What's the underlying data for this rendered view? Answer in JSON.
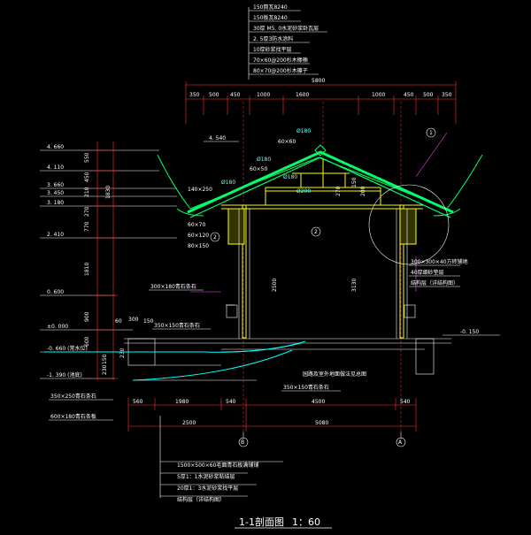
{
  "title": {
    "name": "1-1剖面图",
    "scale": "1：60"
  },
  "roof_layers": [
    "150筒瓦8240",
    "150板瓦8240",
    "30厚 M5. 0水泥砂浆卧瓦层",
    "2. 5厚3防水涂料",
    "10厚砂浆找平层",
    "70×60@200杉木椽桷",
    "80×70@200杉木檩子"
  ],
  "floor_layers": [
    "1500×500×60毛面青石板满铺铺",
    "5厚1：1水泥砂浆粘结层",
    "20厚1：3水泥砂浆找平层",
    "结构层（详结构图）"
  ],
  "wall_notes": [
    "300×300×40方砖铺地",
    "40厚细砂垫层",
    "结构层（详结构图）"
  ],
  "callouts": {
    "stone_top": "300×180青石条石",
    "stone_mid": "350×150青石条石",
    "stone_low": "350×250青石条石",
    "stone_slab": "600×180青石条板",
    "stone_center": "350×150青石条石",
    "pool_note": "园路及室外地面做法见总图"
  },
  "elevations": {
    "e1": "4. 660",
    "e2": "4. 110",
    "e3": "3. 660",
    "e4": "3. 450",
    "e5": "3. 180",
    "e6": "2. 410",
    "e7": "0. 600",
    "e8": "±0. 000",
    "e9": "-0. 660 (常水位)",
    "e10": "-1. 390 (池底)",
    "e11": "-0. 150",
    "e12": "4. 540"
  },
  "left_dims": [
    "550",
    "450",
    "210",
    "270",
    "770",
    "1810",
    "900",
    "600",
    "150",
    "230"
  ],
  "left_dims2": [
    "1830",
    "230"
  ],
  "top_dims": {
    "overall": "5800",
    "parts": [
      "350",
      "500",
      "450",
      "1000",
      "1600",
      "1000",
      "450",
      "500",
      "350"
    ]
  },
  "bottom_dims": {
    "row1": [
      "560",
      "1980",
      "540",
      "4500",
      "540"
    ],
    "row2": [
      "2500",
      "5080"
    ]
  },
  "timber": {
    "d180a": "Ø180",
    "d180b": "Ø180",
    "d180c": "Ø180",
    "d180d": "Ø180",
    "d200": "Ø200",
    "s60x60": "60×60",
    "s60x50": "60×50",
    "s140x250": "140×250",
    "s60x70": "60×70",
    "s60x120": "60×120",
    "s80x150": "80×150",
    "h2500": "2500",
    "h3130": "3130",
    "h270": "270",
    "h150": "150",
    "h200": "200"
  },
  "misc_dims": {
    "d60": "60",
    "d300": "300",
    "d150": "150"
  },
  "axes": {
    "b": "B",
    "a": "A"
  },
  "sections": {
    "s1": "1",
    "s2": "2",
    "s3": "2"
  },
  "colors": {
    "background": "#000000",
    "dim_lines": "#ff3333",
    "roof": "#00ff66",
    "beams": "#ffff00",
    "structure": "#ffffff",
    "water": "#00ffff",
    "leader": "#ff44ff"
  }
}
